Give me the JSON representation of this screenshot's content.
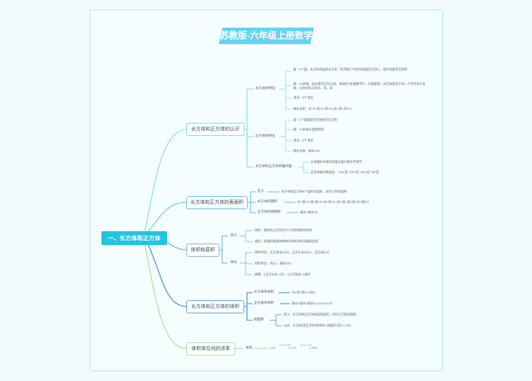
{
  "title": "苏教版-六年级上册数学",
  "root": "一、长方体和正方体",
  "b1": {
    "label": "长方体和正方体的认识",
    "cuboid": {
      "label": "长方体的特征",
      "face": "面：6个面。长方体的面是长方形（也可能2个相对的面是正方形），相对的面完全相同",
      "edge": "棱：12条棱。按长度可分为三组，每组的4条棱都平行，长度都等；长方体相交于同一个顶点的三条棱，分别叫作它的长、宽、高",
      "vertex": "顶点：8个顶点",
      "total": "棱长总和：长×4+宽×4+高×4=(长+宽+高)×4"
    },
    "cube": {
      "label": "正方体的特征",
      "face": "面：6个面都是完全相同的正方形",
      "edge": "棱：12条棱长度都相等",
      "vertex": "顶点：8个顶点",
      "total": "棱长总和：棱长×12"
    },
    "net": {
      "label": "长方体和正方体的展开图",
      "a": "立体图形中相对的面在展开图中不相邻",
      "b": "正方体展开图类型：“141”型 “231”型 “222”型 “33”型"
    }
  },
  "b2": {
    "label": "长方体和正方体的表面积",
    "def_label": "定义",
    "def": "长方体或正方体6个面的总面积，叫作它的表面积",
    "cuboid_label": "长方体的面积",
    "cuboid": "长×宽×2+宽×高×2+长×宽×2=(长×宽+宽×高+长×宽)×2",
    "cube_label": "正方体的表面积",
    "cube": "棱长×棱长×6"
  },
  "b3": {
    "label": "体积和容积",
    "def_label": "定义",
    "vol": "体积：物体所占空间的大小叫作物体的体积",
    "cap": "容积：容器所能容纳物体的体积叫作容器的容积",
    "unit_label": "单位",
    "vol_unit": "体积单位：立方厘米(cm³)、立方分米(dm³)、立方米(m³)",
    "cap_unit": "容积单位：升(L)、毫升(mL)",
    "conv": "换算：1立方分米=1升，1立方厘米=1毫升"
  },
  "b4": {
    "label": "长方体和正方体的体积",
    "cuboid_label": "长方体的体积",
    "cuboid": "长×宽×高(V=abh)",
    "cube_label": "正方体的体积",
    "cube": "棱长×棱长×棱长(V=a×a×a=a³)",
    "base_label": "底面积",
    "base_def": "定义：长方体和正方体底面的面积，叫作它们的底面积",
    "base_formula": "公式：长方体(或正方体)的体积=底面积×高( V=Sh)"
  },
  "b5": {
    "label": "体积单位间的进率",
    "rel_label": "关系",
    "rel": [
      "立方米",
      "×1000 ÷1000",
      "立方分米",
      "×1000 ÷1000",
      "立方厘米"
    ]
  }
}
